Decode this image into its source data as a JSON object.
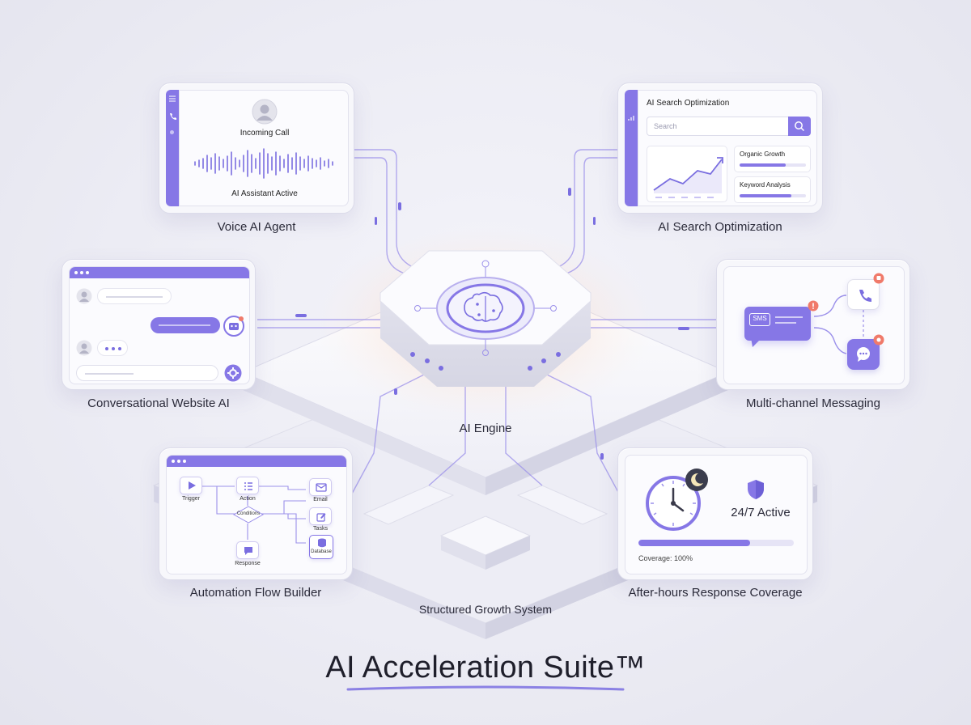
{
  "center": {
    "label": "AI Engine"
  },
  "base": {
    "label": "Structured Growth System"
  },
  "voice": {
    "caption": "Voice AI Agent",
    "incoming": "Incoming Call",
    "status": "AI Assistant Active"
  },
  "search": {
    "caption": "AI Search Optimization",
    "title": "AI Search Optimization",
    "placeholder": "Search",
    "organic": "Organic Growth",
    "keyword": "Keyword Analysis"
  },
  "chat": {
    "caption": "Conversational Website AI"
  },
  "messaging": {
    "caption": "Multi-channel Messaging",
    "sms": "SMS"
  },
  "flow": {
    "caption": "Automation Flow Builder",
    "nodes": {
      "trigger": "Trigger",
      "action": "Action",
      "conditions": "Conditions",
      "email": "Email",
      "tasks": "Tasks",
      "response": "Response",
      "database": "Database"
    }
  },
  "afterhours": {
    "caption": "After-hours Response Coverage",
    "status": "24/7 Active",
    "coverage_label": "Coverage: 100%",
    "coverage_value": 0.72
  },
  "title": {
    "text": "AI Acceleration Suite™"
  },
  "colors": {
    "accent": "#7a6ee0",
    "accent_light": "#e6e4f6",
    "glow": "#ffb58a",
    "notify": "#f07a6a"
  },
  "icons": [
    "menu-icon",
    "phone-icon",
    "user-avatar-icon",
    "search-icon",
    "brain-icon",
    "phone-icon",
    "chat-bubble-icon",
    "play-icon",
    "list-icon",
    "mail-icon",
    "edit-icon",
    "database-icon",
    "message-icon",
    "clock-icon",
    "moon-icon",
    "shield-icon",
    "bot-icon",
    "gear-icon"
  ]
}
